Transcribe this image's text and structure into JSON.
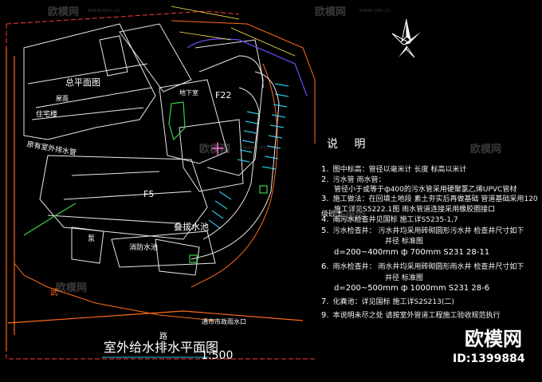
{
  "title": {
    "text": "室外给水排水平面图",
    "scale": "1:500"
  },
  "site_labels": {
    "plan_label": "总平面图",
    "f22": "F22",
    "f5": "F5",
    "sunken_court": "叠拔水池",
    "residence": "住宅楼",
    "outlet": "通市市政雨水口",
    "road_south": "路",
    "fire_pool": "消防水池",
    "pump": "泵",
    "basement": "地下室",
    "road_west": "原有室外排水管",
    "roof": "屋面",
    "wu": "武"
  },
  "notes": {
    "heading": "说   明",
    "items": [
      {
        "no": "1.",
        "text": "图中标高：管径以毫米计 长度 标高以米计"
      },
      {
        "no": "2.",
        "text": "污水管  雨水管："
      },
      {
        "no": "",
        "text": "管径小于或等于ф400的污水管采用硬聚氯乙烯UPVC管材"
      },
      {
        "no": "3.",
        "text": "施工做法：在回填土地段  素土夯实后再做基础 管道基础采用120级砂土"
      },
      {
        "no": "",
        "text": "施工详见S5222.1图  雨水管道连接采用橡胶圈接口"
      },
      {
        "no": "4.",
        "text": "雨污水检查井见国标 施工详S5235-1,7"
      },
      {
        "no": "5.",
        "text": "污水检查井：  污水井均采用砖砌圆形污水井 检查井尺寸如下"
      },
      {
        "no": "",
        "text": "井径        标准图"
      },
      {
        "no": "",
        "text": "d=200~400mm      ф 700mm      S231  28-11"
      },
      {
        "no": "6.",
        "text": "雨水检查井：  雨水井均采用砖砌圆形雨水井  检查井尺寸如下"
      },
      {
        "no": "",
        "text": "井径        标准图"
      },
      {
        "no": "",
        "text": "d=200~500mm      ф 1000mm      S231  28-6"
      },
      {
        "no": "7.",
        "text": "化粪池：详见国标 施工详S2S213(二)"
      },
      {
        "no": "9.",
        "text": "本说明未尽之处 请按室外管道工程施工验收规范执行"
      }
    ]
  },
  "watermark": {
    "brand": "欧模网",
    "url": "www.om.cn",
    "id": "ID:1399884"
  },
  "colors": {
    "building": "#e8e8e8",
    "water": "#2bc0e4",
    "drain": "#ff6a1a",
    "lot": "#ff3a3a",
    "green": "#39d14a",
    "yellow": "#ffe84a",
    "magenta": "#ff4fd8",
    "purple": "#6a4cff"
  }
}
